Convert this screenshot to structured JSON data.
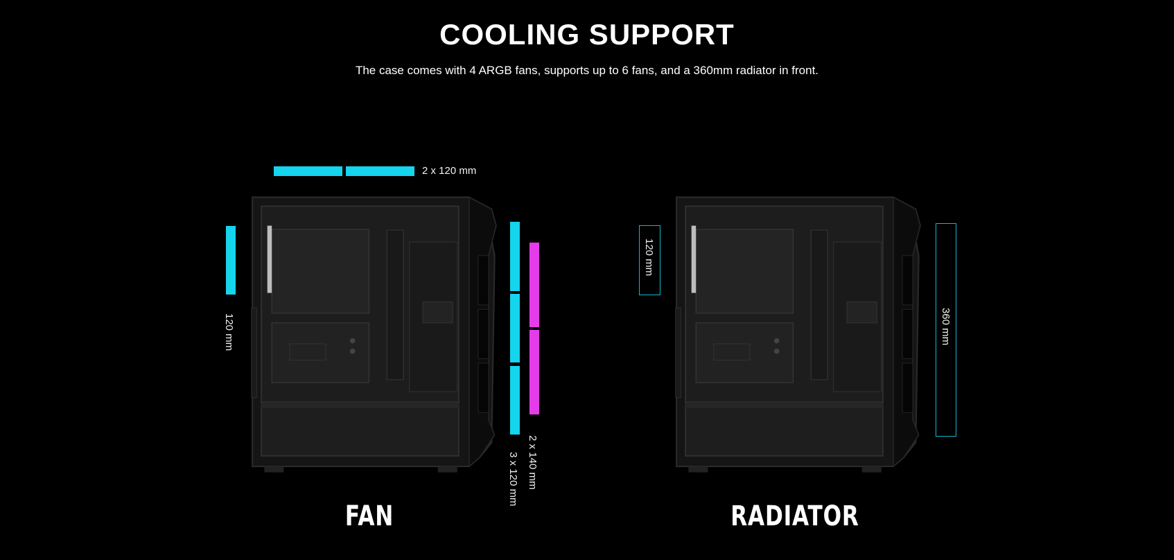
{
  "header": {
    "title": "COOLING SUPPORT",
    "subtitle": "The case comes with 4 ARGB fans, supports up to 6 fans, and a 360mm radiator in front."
  },
  "fan_panel": {
    "heading": "FAN",
    "top_label": "2 x 120 mm",
    "rear_label": "120 mm",
    "front_label_a": "3 x 120 mm",
    "front_label_b": "2 x 140 mm"
  },
  "radiator_panel": {
    "heading": "RADIATOR",
    "rear_label": "120 mm",
    "front_label": "360 mm"
  },
  "colors": {
    "background": "#000000",
    "fan_120": "#14d4ee",
    "fan_140": "#e43ce8",
    "radiator_outline": "#14b8cf"
  }
}
